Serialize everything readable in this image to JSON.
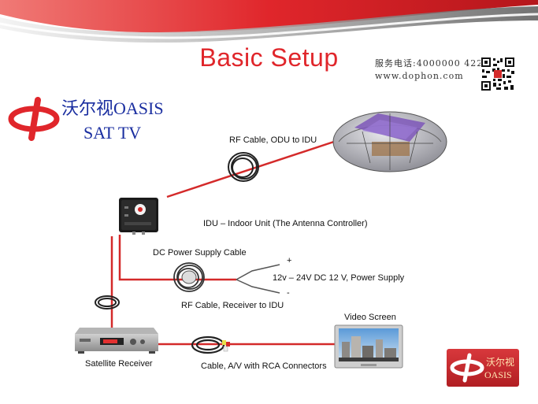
{
  "title": "Basic Setup",
  "contact": {
    "phone": "服务电话:4000000 422",
    "website": "www.dophon.com"
  },
  "brand": {
    "name_line1": "沃尔视OASIS",
    "name_line2": "SAT  TV",
    "badge_line1": "沃尔视",
    "badge_line2": "OASIS"
  },
  "colors": {
    "accent": "#e0262b",
    "brand_blue": "#1a2ea0",
    "cable": "#d42a2a"
  },
  "labels": {
    "rf_odu_idu": "RF Cable, ODU to IDU",
    "idu": "IDU – Indoor Unit (The Antenna Controller)",
    "dc_cable": "DC Power Supply Cable",
    "plus": "+",
    "minus": "-",
    "power_supply": "12v – 24V DC 12 V, Power Supply",
    "rf_receiver_idu": "RF Cable, Receiver to IDU",
    "video_screen": "Video Screen",
    "satellite_receiver": "Satellite Receiver",
    "av_cable": "Cable, A/V with RCA Connectors"
  }
}
